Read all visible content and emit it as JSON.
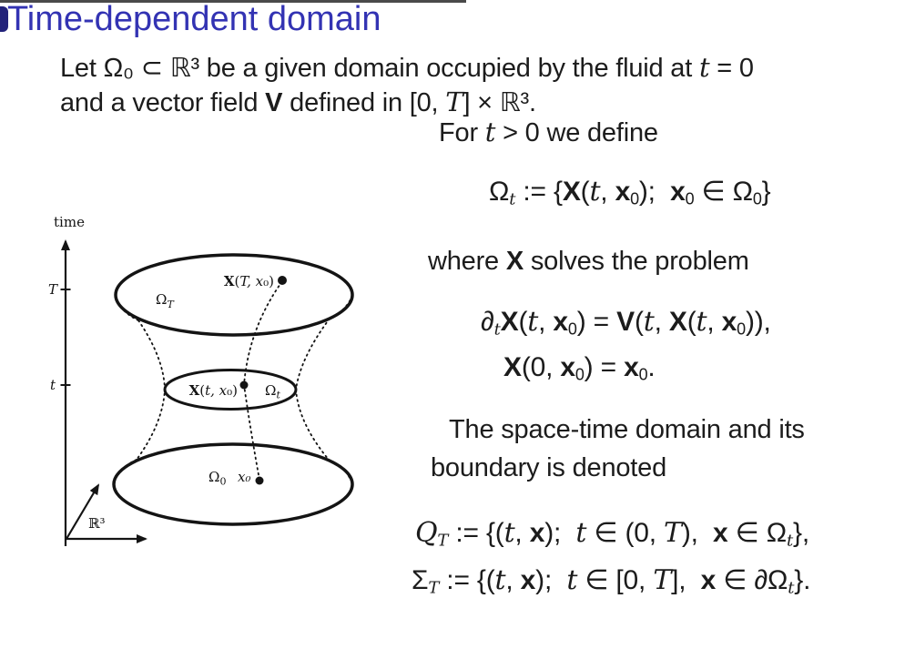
{
  "title": "Time-dependent domain",
  "colors": {
    "title_blue": "#3333b3",
    "text": "#1c1c1c",
    "top_bar": "#4a4a4a",
    "corner_glyph": "#22227a",
    "background": "#ffffff"
  },
  "intro": {
    "l1": [
      "Let Ω₀ ⊂ ℝ³ be a given domain occupied by the fluid at ",
      "t",
      " = 0"
    ],
    "l2": [
      "and a vector field ",
      "V",
      " defined in [0, ",
      "T",
      "] × ℝ³."
    ],
    "l3": [
      "For ",
      "t",
      " > 0 we define"
    ],
    "st1": "The space-time domain and its",
    "st2": "boundary is denoted"
  },
  "math": {
    "where": [
      "where ",
      "X",
      " solves the problem"
    ],
    "f1": [
      "Ω",
      "t",
      " := {",
      "X",
      "(",
      "t",
      ", ",
      "x",
      "0",
      ");  ",
      "x",
      "0",
      " ∈ Ω",
      "0",
      "}"
    ],
    "f3": [
      "∂",
      "t",
      "X",
      "(",
      "t",
      ", ",
      "x",
      "0",
      ") = ",
      "V",
      "(",
      "t",
      ", ",
      "X",
      "(",
      "t",
      ", ",
      "x",
      "0",
      ")),"
    ],
    "f4": [
      "X",
      "(0, ",
      "x",
      "0",
      ") = ",
      "x",
      "0",
      "."
    ],
    "f7": [
      "Q",
      "T",
      " := {(",
      "t",
      ", ",
      "x",
      ");  ",
      "t",
      " ∈ (0, ",
      "T",
      "),  ",
      "x",
      " ∈ Ω",
      "t",
      "},"
    ],
    "f8": [
      "Σ",
      "T",
      " := {(",
      "t",
      ", ",
      "x",
      ");  ",
      "t",
      " ∈ [0, ",
      "T",
      "],  ",
      "x",
      " ∈ ∂Ω",
      "t",
      "}."
    ]
  },
  "diagram": {
    "time": "time",
    "T": "T",
    "t": "t",
    "xT": {
      "b": "X",
      "p1": "(",
      "i": "T, x",
      "p2": "₀)"
    },
    "xt": {
      "b": "X",
      "p1": "(",
      "i": "t, x",
      "p2": "₀)"
    },
    "oT": {
      "b": "Ω",
      "s": "T"
    },
    "ot": {
      "b": "Ω",
      "s": "t"
    },
    "o0": {
      "b": "Ω",
      "s": "0"
    },
    "x0": {
      "i": "x",
      "s": "₀"
    },
    "r3": "ℝ³"
  }
}
